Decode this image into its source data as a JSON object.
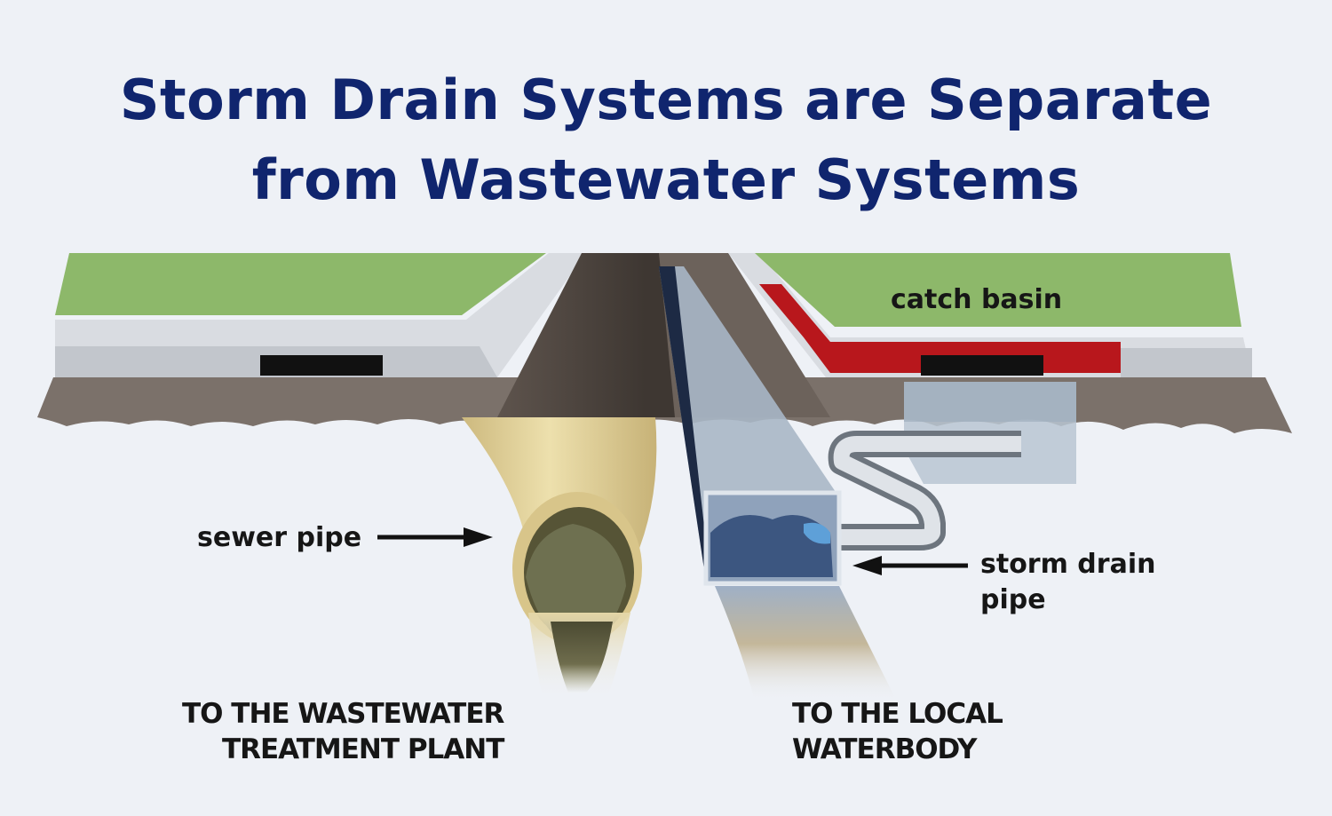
{
  "title": {
    "line1": "Storm Drain Systems are Separate",
    "line2": "from Wastewater Systems"
  },
  "labels": {
    "catch_basin": "catch basin",
    "sewer_pipe": "sewer pipe",
    "storm_drain_pipe_line1": "storm drain",
    "storm_drain_pipe_line2": "pipe",
    "wastewater_dest_line1": "TO THE WASTEWATER",
    "wastewater_dest_line2": "TREATMENT PLANT",
    "waterbody_dest_line1": "TO THE LOCAL",
    "waterbody_dest_line2": "WATERBODY"
  },
  "colors": {
    "title": "#10256e",
    "grass": "#8db86a",
    "sidewalk": "#d8dbe0",
    "soil": "#7b716a",
    "catch_basin_curb": "#b8171c",
    "sewer_pipe": "#e0cc8f",
    "storm_pipe": "#b5c3d3"
  }
}
